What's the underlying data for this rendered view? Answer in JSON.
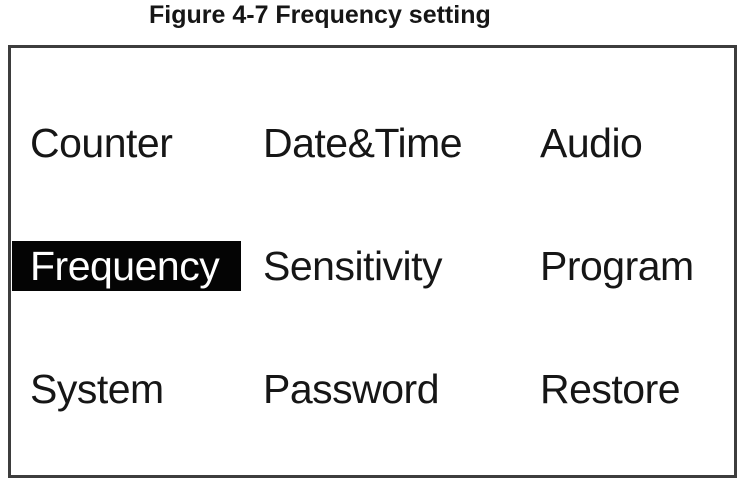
{
  "figure": {
    "caption": "Figure 4-7 Frequency setting"
  },
  "menu": {
    "selected_item": "Frequency",
    "items": [
      {
        "label": "Counter",
        "selected": false
      },
      {
        "label": "Date&Time",
        "selected": false
      },
      {
        "label": "Audio",
        "selected": false
      },
      {
        "label": "Frequency",
        "selected": true
      },
      {
        "label": "Sensitivity",
        "selected": false
      },
      {
        "label": "Program",
        "selected": false
      },
      {
        "label": "System",
        "selected": false
      },
      {
        "label": "Password",
        "selected": false
      },
      {
        "label": "Restore",
        "selected": false
      }
    ],
    "colors": {
      "highlight_bg": "#040404",
      "highlight_text": "#ffffff",
      "text": "#161616",
      "border": "#3d3d3d"
    }
  }
}
